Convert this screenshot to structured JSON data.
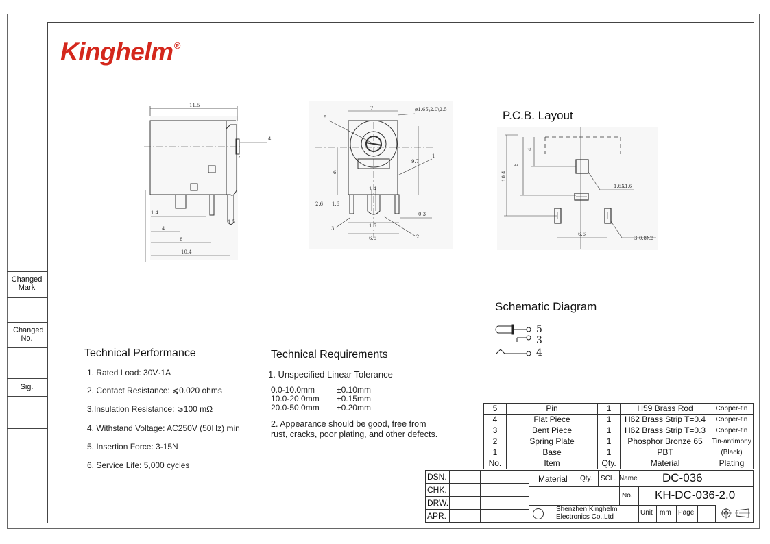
{
  "brand": {
    "name": "Kinghelm",
    "mark": "®",
    "color": "#d4271c"
  },
  "side_labels": {
    "changed_mark": "Changed Mark",
    "changed_no": "Changed No.",
    "sig": "Sig."
  },
  "drawing1": {
    "dims": {
      "width": "11.5",
      "d1": "1.4",
      "d2": "4",
      "d3": "8",
      "d4": "10.4",
      "d5": "1.5",
      "callout": "4"
    }
  },
  "drawing2": {
    "dims": {
      "top": "7",
      "hole": "ø1.65\\2.0\\2.5",
      "h1": "6",
      "h2": "9.7",
      "h3": "2.6",
      "h4": "1.6",
      "pin": "1.4",
      "b1": "1.5",
      "b2": "6.6",
      "s1": "0.3"
    },
    "callouts": [
      "5",
      "1",
      "3",
      "2"
    ]
  },
  "pcb": {
    "title": "P.C.B. Layout",
    "dims": {
      "v1": "10.4",
      "v2": "8",
      "v3": "4",
      "pad1": "1.6X1.6",
      "h1": "6.6",
      "slot": "3-0.8X2"
    }
  },
  "schematic": {
    "title": "Schematic Diagram",
    "pins": [
      "5",
      "3",
      "4"
    ]
  },
  "tech_perf": {
    "title": "Technical Performance",
    "items": [
      "1. Rated Load: 30V·1A",
      "2. Contact Resistance: ⩽0.020 ohms",
      "3.Insulation Resistance: ⩾100 mΩ",
      "4. Withstand Voltage: AC250V (50Hz) min",
      "5. Insertion Force: 3-15N",
      "6. Service Life: 5,000 cycles"
    ]
  },
  "tech_req": {
    "title": "Technical Requirements",
    "item1": "1. Unspecified Linear Tolerance",
    "tolerances": [
      {
        "range": "0.0-10.0mm",
        "tol": "±0.10mm"
      },
      {
        "range": "10.0-20.0mm",
        "tol": "±0.15mm"
      },
      {
        "range": "20.0-50.0mm",
        "tol": "±0.20mm"
      }
    ],
    "item2_line1": "2. Appearance should be good, free from",
    "item2_line2": "rust, cracks, poor plating, and other defects."
  },
  "bom": {
    "rows": [
      {
        "no": "5",
        "item": "Pin",
        "qty": "1",
        "material": "H59 Brass Rod",
        "plating": "Copper-tin"
      },
      {
        "no": "4",
        "item": "Flat Piece",
        "qty": "1",
        "material": "H62 Brass Strip T=0.4",
        "plating": "Copper-tin"
      },
      {
        "no": "3",
        "item": "Bent Piece",
        "qty": "1",
        "material": "H62 Brass Strip T=0.3",
        "plating": "Copper-tin"
      },
      {
        "no": "2",
        "item": "Spring Plate",
        "qty": "1",
        "material": "Phosphor Bronze 65",
        "plating": "Tin-antimony"
      },
      {
        "no": "1",
        "item": "Base",
        "qty": "1",
        "material": "PBT",
        "plating": "(Black)"
      }
    ],
    "header": {
      "no": "No.",
      "item": "Item",
      "qty": "Qty.",
      "material": "Material",
      "plating": "Plating"
    }
  },
  "title_block": {
    "roles": [
      "DSN.",
      "CHK.",
      "DRW.",
      "APR."
    ],
    "material_label": "Material",
    "qty_label": "Qty.",
    "scl_label": "SCL.",
    "name_label": "Name",
    "name_value": "DC-036",
    "no_label": "No.",
    "no_value": "KH-DC-036-2.0",
    "company_line1": "Shenzhen Kinghelm",
    "company_line2": "Electronics Co.,Ltd",
    "unit_label": "Unit",
    "unit_value": "mm",
    "page_label": "Page"
  }
}
